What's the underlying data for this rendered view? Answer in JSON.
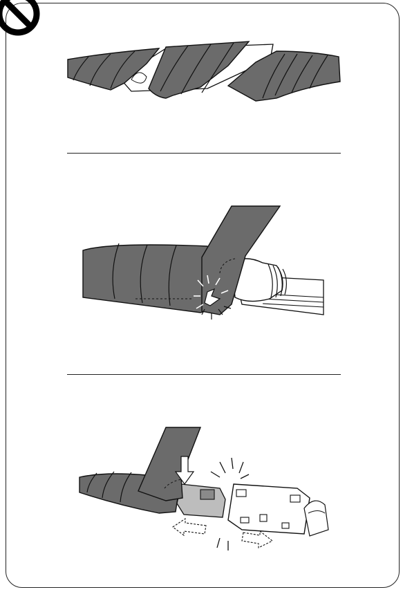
{
  "page": {
    "background_color": "#ffffff",
    "line_color": "#111111",
    "tape_color": "#6b6b6b",
    "connector_gray": "#bdbdbd"
  },
  "header": {
    "icon": "prohibition-icon"
  },
  "panels": [
    {
      "id": "panel-1",
      "icon": "taped-cable-illustration"
    },
    {
      "id": "panel-2",
      "icon": "tape-over-latch-illustration"
    },
    {
      "id": "panel-3",
      "icon": "tape-blocked-connector-illustration"
    }
  ]
}
